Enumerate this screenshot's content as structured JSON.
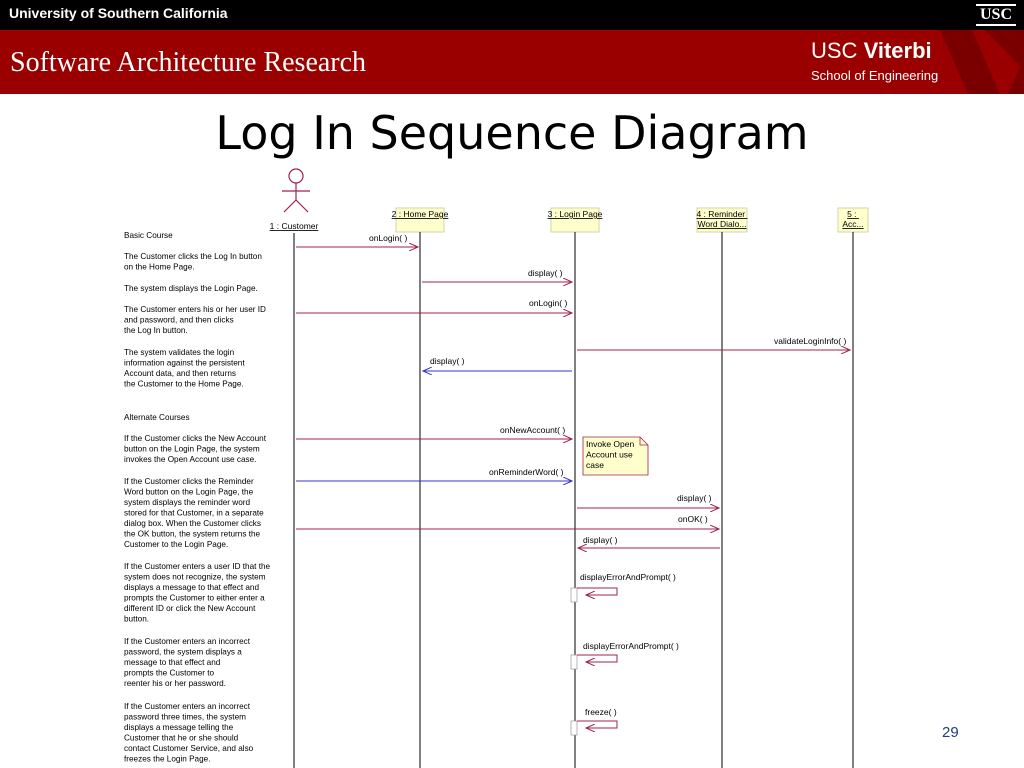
{
  "header": {
    "university": "University of Southern California",
    "usc_mark": "USC",
    "lab": "Software Architecture Research",
    "brand_usc": "USC",
    "brand_viterbi": "Viterbi",
    "brand_school": "School of Engineering"
  },
  "title": "Log In Sequence Diagram",
  "page_number": "29",
  "colors": {
    "banner": "#9a0000",
    "return_arrow": "#3333cc",
    "call_arrow": "#a02050",
    "note_fill": "#ffffcc"
  },
  "diagram": {
    "actor": "1 : Customer",
    "objects": [
      {
        "id": "home",
        "label": "2 : Home Page"
      },
      {
        "id": "login",
        "label": "3 : Login Page"
      },
      {
        "id": "reminder",
        "label": "4 : Reminder Word Dialo..."
      },
      {
        "id": "account",
        "label": "5 : Acc..."
      }
    ],
    "annotations": [
      "Basic Course",
      "The Customer clicks the Log In button on the Home Page.",
      "The system displays the Login Page.",
      "The Customer enters his or her user ID and password, and then clicks the Log In button.",
      "The system validates the login information against the persistent Account data, and then returns the Customer to the Home Page.",
      "Alternate Courses",
      "If the Customer clicks the New Account button on the Login Page, the system invokes the Open Account use case.",
      "If the Customer clicks the Reminder Word button on the Login Page, the system displays the reminder word stored for that Customer, in a separate dialog box. When the Customer clicks the OK button, the system returns the Customer to the Login Page.",
      "If the Customer enters a user ID that the system does not recognize, the system displays a message to that effect and prompts the Customer to either enter a different ID or click the New Account button.",
      "If the Customer enters an incorrect password, the system displays a message to that effect and prompts the Customer to reenter his or her password.",
      "If the Customer enters an incorrect password three times, the system displays a message telling the Customer that he or she should contact Customer Service, and also freezes the Login Page."
    ],
    "messages": [
      {
        "label": "onLogin( )",
        "from": "customer",
        "to": "home",
        "kind": "call"
      },
      {
        "label": "display( )",
        "from": "home",
        "to": "login",
        "kind": "call"
      },
      {
        "label": "onLogin( )",
        "from": "customer",
        "to": "login",
        "kind": "call"
      },
      {
        "label": "validateLoginInfo( )",
        "from": "login",
        "to": "account",
        "kind": "call"
      },
      {
        "label": "display( )",
        "from": "login",
        "to": "home",
        "kind": "return"
      },
      {
        "label": "onNewAccount( )",
        "from": "customer",
        "to": "login",
        "kind": "call"
      },
      {
        "label": "onReminderWord( )",
        "from": "customer",
        "to": "login",
        "kind": "return"
      },
      {
        "label": "display( )",
        "from": "login",
        "to": "reminder",
        "kind": "call"
      },
      {
        "label": "onOK( )",
        "from": "customer",
        "to": "reminder",
        "kind": "call"
      },
      {
        "label": "display( )",
        "from": "reminder",
        "to": "login",
        "kind": "call"
      },
      {
        "label": "displayErrorAndPrompt( )",
        "from": "login",
        "to": "login",
        "kind": "self"
      },
      {
        "label": "displayErrorAndPrompt( )",
        "from": "login",
        "to": "login",
        "kind": "self"
      },
      {
        "label": "freeze( )",
        "from": "login",
        "to": "login",
        "kind": "self"
      }
    ],
    "note": "Invoke Open Account use case"
  }
}
